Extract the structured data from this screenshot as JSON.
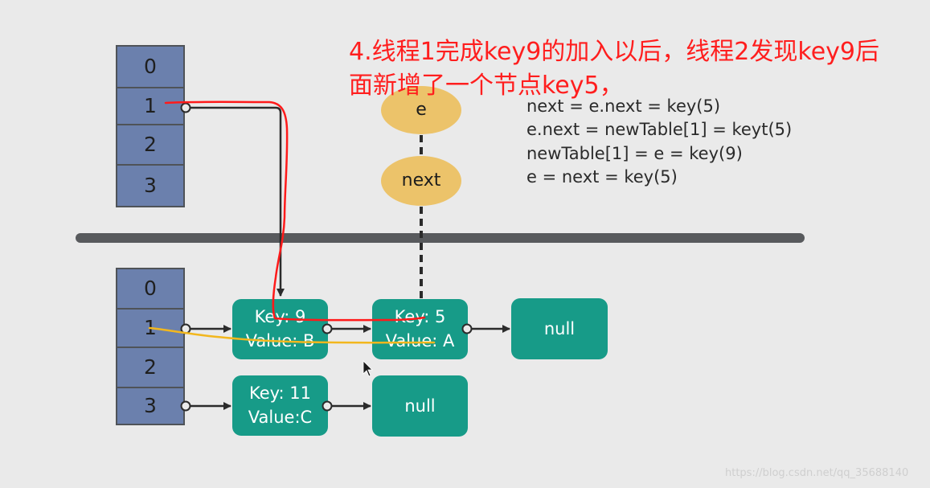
{
  "caption": {
    "line1": "4.线程1完成key9的加入以后，线程2发现key9后",
    "line2": "面新增了一个节点key5，"
  },
  "old_table": {
    "cells": [
      "0",
      "1",
      "2",
      "3"
    ]
  },
  "new_table": {
    "cells": [
      "0",
      "1",
      "2",
      "3"
    ]
  },
  "ovals": {
    "e": "e",
    "next": "next"
  },
  "code_lines": [
    "next = e.next = key(5)",
    "e.next = newTable[1] = keyt(5)",
    "newTable[1] = e = key(9)",
    "e = next = key(5)"
  ],
  "nodes": {
    "key9": {
      "key": "Key: 9",
      "value": "Value: B"
    },
    "key5": {
      "key": "Key: 5",
      "value": "Value: A"
    },
    "null1": "null",
    "key11": {
      "key": "Key: 11",
      "value": "Value:C"
    },
    "null3": "null"
  },
  "watermark": "https://blog.csdn.net/qq_35688140",
  "colors": {
    "cell_fill": "#6b80ad",
    "node_fill": "#179b88",
    "oval_fill": "#ecc36a",
    "caption_red": "#ff1e1e",
    "red_annotation": "#ff1a1a",
    "yellow_annotation": "#f2b71e",
    "divider": "#585a5d"
  }
}
